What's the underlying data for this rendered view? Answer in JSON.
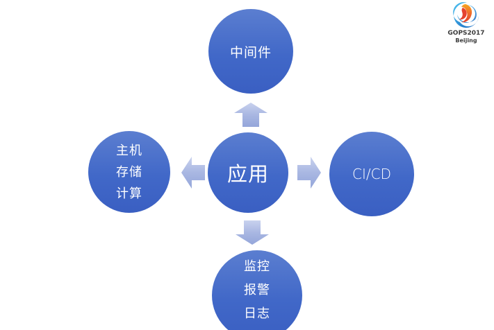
{
  "diagram": {
    "center_circle": {
      "label": "应用"
    },
    "top_circle": {
      "label": "中间件"
    },
    "left_circle": {
      "lines": [
        "主机",
        "存储",
        "计算"
      ]
    },
    "right_circle": {
      "label": "CI/CD"
    },
    "bottom_circle": {
      "lines": [
        "监控",
        "报警",
        "日志"
      ]
    }
  },
  "logo": {
    "title": "GOPS2017",
    "subtitle": "Beijing"
  },
  "colors": {
    "circle_gradient_top": "#5b7ed0",
    "circle_gradient_bottom": "#3a5fc2",
    "arrow_gradient_top": "#c9d2ee",
    "arrow_gradient_bottom": "#94a6da",
    "circle_text": "#ffffff",
    "logo_blue": "#1e88d2",
    "logo_orange": "#f08a1d",
    "logo_red": "#e5432e",
    "background": "#ffffff"
  }
}
